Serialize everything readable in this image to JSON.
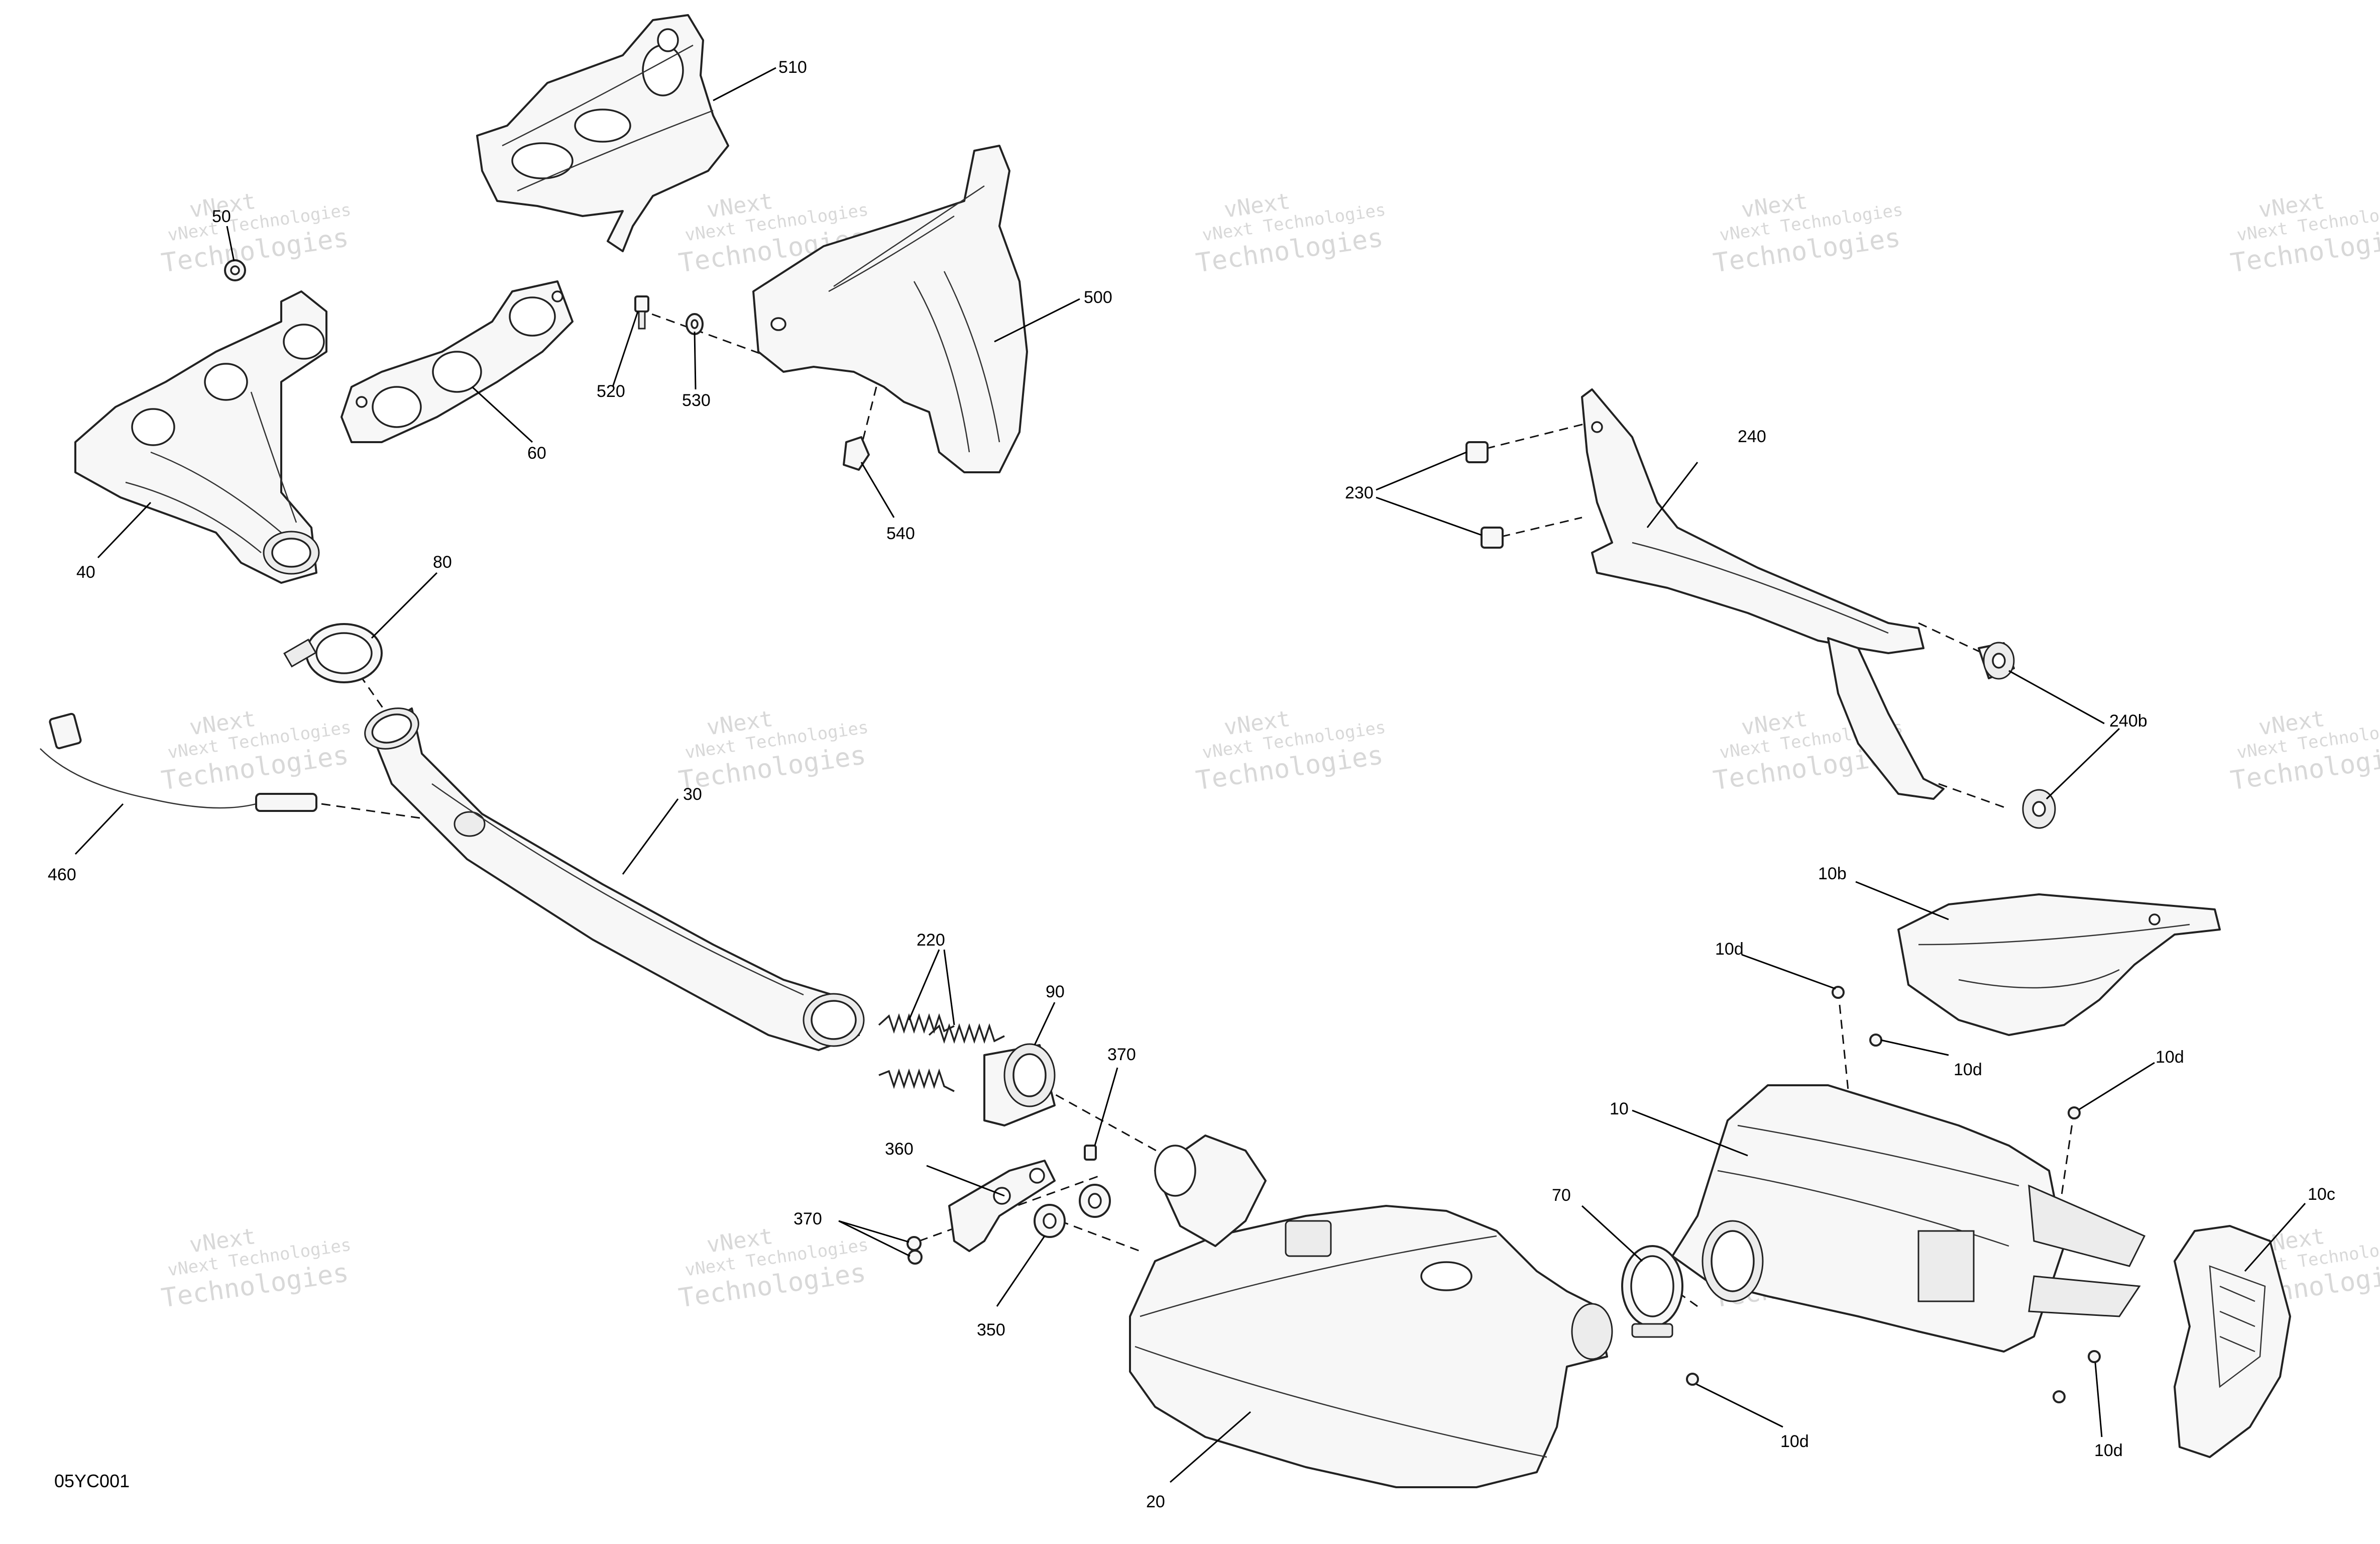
{
  "diagram_code": "05YC001",
  "watermark": {
    "line1": "vNext Technologies",
    "line2": "Technologies",
    "line3": "vNext"
  },
  "callouts": {
    "c10": "10",
    "c10b": "10b",
    "c10c": "10c",
    "c10d": "10d",
    "c20": "20",
    "c30": "30",
    "c40": "40",
    "c50": "50",
    "c60": "60",
    "c70": "70",
    "c80": "80",
    "c90": "90",
    "c220": "220",
    "c230": "230",
    "c240": "240",
    "c240b": "240b",
    "c350": "350",
    "c360": "360",
    "c370": "370",
    "c460": "460",
    "c500": "500",
    "c510": "510",
    "c520": "520",
    "c530": "530",
    "c540": "540"
  }
}
